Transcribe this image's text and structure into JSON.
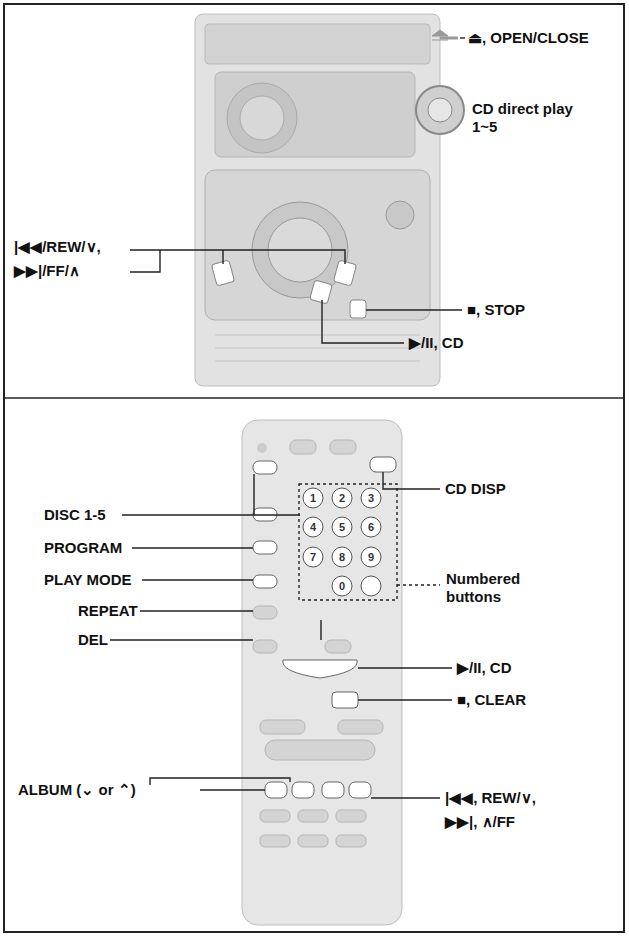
{
  "diagram": {
    "labels": [
      "⏏, OPEN/CLOSE",
      "CD direct play 1~5",
      "|◀◀/REW/∨,",
      "▶▶|/FF/∧",
      "■, STOP",
      "▶/II, CD",
      "CD DISP",
      "DISC 1-5",
      "PROGRAM",
      "PLAY MODE",
      "REPEAT",
      "DEL",
      "Numbered buttons",
      "▶/II, CD",
      "■, CLEAR",
      "ALBUM (⌄ or ⌃)",
      "|◀◀, REW/∨,",
      "▶▶|, ∧/FF",
      "1",
      "2",
      "3",
      "4",
      "5",
      "6",
      "7",
      "8",
      "9",
      "0"
    ]
  }
}
